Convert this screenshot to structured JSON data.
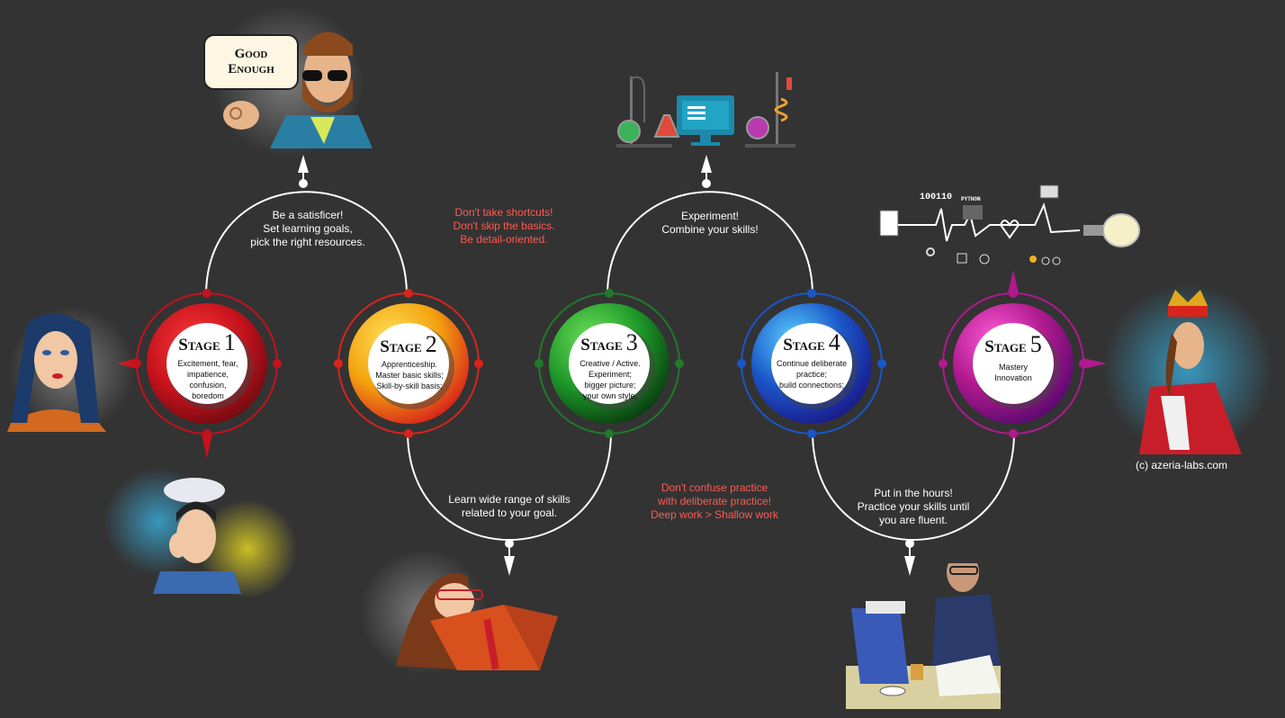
{
  "stages": [
    {
      "label": "Stage",
      "number": "1",
      "desc": [
        "Excitement, fear,",
        "impatience,",
        "confusion,",
        "boredom"
      ]
    },
    {
      "label": "Stage",
      "number": "2",
      "desc": [
        "Apprenticeship.",
        "Master basic skills;",
        "Skill-by-skill basis;"
      ]
    },
    {
      "label": "Stage",
      "number": "3",
      "desc": [
        "Creative / Active.",
        "Experiment;",
        "bigger picture;",
        "your own style;"
      ]
    },
    {
      "label": "Stage",
      "number": "4",
      "desc": [
        "Continue deliberate",
        "practice;",
        "build connections;"
      ]
    },
    {
      "label": "Stage",
      "number": "5",
      "desc": [
        "Mastery",
        "Innovation"
      ]
    }
  ],
  "arc_texts": {
    "top1": [
      "Be a satisficer!",
      "Set learning goals,",
      "pick the right resources."
    ],
    "top3": [
      "Experiment!",
      "Combine your skills!"
    ],
    "bottom2": [
      "Learn wide range of skills",
      "related to your goal."
    ],
    "bottom4": [
      "Put in the hours!",
      "Practice your skills until",
      "you are fluent."
    ]
  },
  "warnings": {
    "w1": [
      "Don't take shortcuts!",
      "Don't skip the basics.",
      "Be detail-oriented."
    ],
    "w2": [
      "Don't confuse practice",
      "with deliberate practice!",
      "Deep work > Shallow work"
    ]
  },
  "bubble": [
    "Good",
    "Enough"
  ],
  "icons": {
    "binary": "100110",
    "python": "PYTHON"
  },
  "copyright": "(c)  azeria-labs.com",
  "colors": {
    "background": "#333333",
    "stage1": "#c4121c",
    "stage2": "#f3a20e",
    "stage3": "#1f9a2a",
    "stage4": "#1a56c8",
    "stage5": "#b01a8e",
    "warning": "#ff5a52"
  }
}
